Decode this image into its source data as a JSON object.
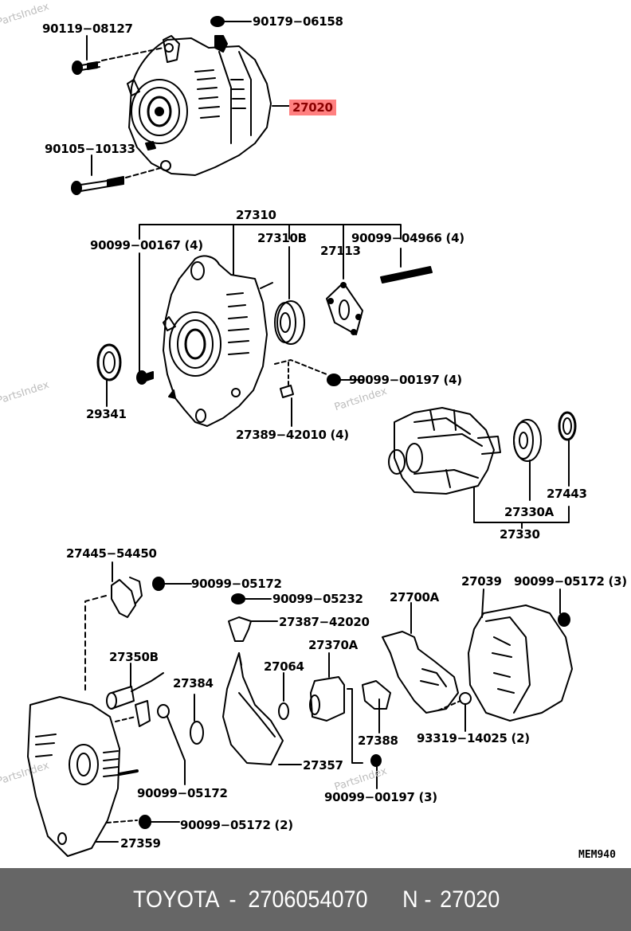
{
  "diagram": {
    "highlight_color": "#ff8080",
    "highlight_text_color": "#8b0000",
    "labels": {
      "p90119_08127": "90119−08127",
      "p90179_06158": "90179−06158",
      "p27020": "27020",
      "p90105_10133": "90105−10133",
      "p27310": "27310",
      "p90099_00167": "90099−00167 (4)",
      "p27310B": "27310B",
      "p27113": "27113",
      "p90099_04966": "90099−04966 (4)",
      "p90099_00197_4": "90099−00197 (4)",
      "p29341": "29341",
      "p27389_42010": "27389−42010 (4)",
      "p27443": "27443",
      "p27330A": "27330A",
      "p27330": "27330",
      "p27445_54450": "27445−54450",
      "p90099_05172_a": "90099−05172",
      "p90099_05232": "90099−05232",
      "p27387_42020": "27387−42020",
      "p27700A": "27700A",
      "p27039": "27039",
      "p90099_05172_3": "90099−05172 (3)",
      "p27350B": "27350B",
      "p27064": "27064",
      "p27370A": "27370A",
      "p27384": "27384",
      "p27388": "27388",
      "p93319_14025": "93319−14025 (2)",
      "p27357": "27357",
      "p90099_05172_b": "90099−05172",
      "p90099_00197_3": "90099−00197 (3)",
      "p90099_05172_2": "90099−05172 (2)",
      "p27359": "27359"
    },
    "diagram_code": "MEM940",
    "watermark": "PartsIndex"
  },
  "footer": {
    "brand": "TOYOTA",
    "separator": "-",
    "part_number": "2706054070",
    "ref_prefix": "N",
    "ref_number": "27020"
  }
}
